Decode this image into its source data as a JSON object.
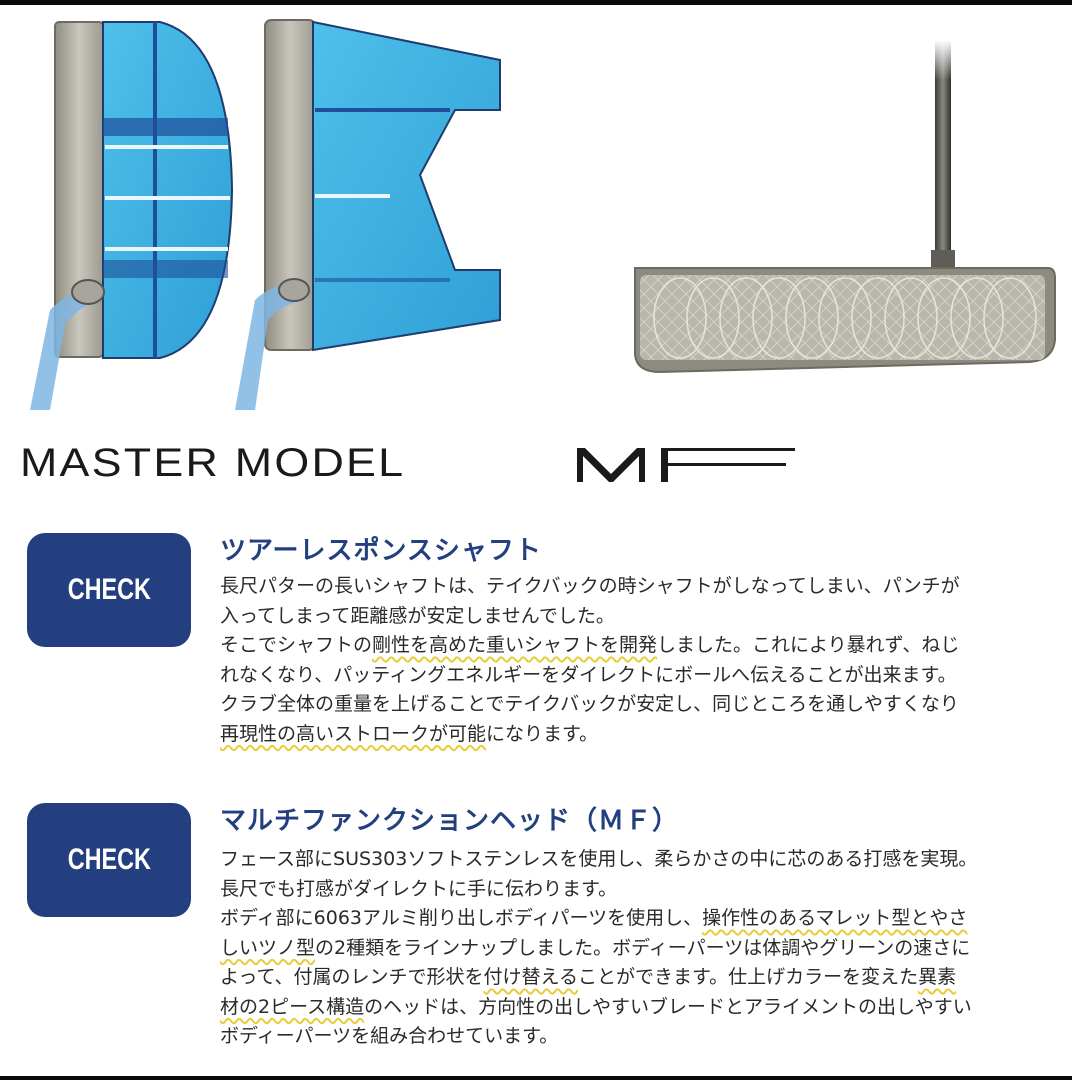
{
  "page": {
    "product_name": "MASTER MODEL",
    "product_suffix": "MF",
    "brand_colors": {
      "accent_navy": "#233f80",
      "body_text": "#2a2a2a",
      "highlight_underline": "#e8cc3a",
      "head_blue": "#3fb0e0",
      "steel_gray": "#a7a59c"
    }
  },
  "images": [
    {
      "name": "mallet-round-putter-head",
      "description": "Blue round mallet putter head with alignment lines"
    },
    {
      "name": "horn-type-putter-head",
      "description": "Blue horn-type (tsuno) putter head"
    },
    {
      "name": "putter-face-front-view",
      "description": "Milled steel putter face with shaft"
    }
  ],
  "sections": [
    {
      "badge": "CHECK",
      "title": "ツアーレスポンスシャフト",
      "lines": [
        [
          {
            "t": "長尺パターの長いシャフトは、テイクバックの時シャフトがしなってしまい、パンチが"
          }
        ],
        [
          {
            "t": "入ってしまって距離感が安定しませんでした。"
          }
        ],
        [
          {
            "t": "そこでシャフトの"
          },
          {
            "t": "剛性を高めた重いシャフトを開発",
            "u": true
          },
          {
            "t": "しました。これにより暴れず、ねじ"
          }
        ],
        [
          {
            "t": "れなくなり、パッティングエネルギーをダイレクトにボールへ伝えることが出来ます。"
          }
        ],
        [
          {
            "t": "クラブ全体の重量を上げることでテイクバックが安定し、同じところを通しやすくなり"
          }
        ],
        [
          {
            "t": "再現性の高いストロークが可能",
            "u": true
          },
          {
            "t": "になります。"
          }
        ]
      ]
    },
    {
      "badge": "CHECK",
      "title": "マルチファンクションヘッド（ＭＦ）",
      "lines": [
        [
          {
            "t": "フェース部にSUS303ソフトステンレスを使用し、柔らかさの中に芯のある打感を実現。"
          }
        ],
        [
          {
            "t": "長尺でも打感がダイレクトに手に伝わります。"
          }
        ],
        [
          {
            "t": "ボディ部に6063アルミ削り出しボディパーツを使用し、"
          },
          {
            "t": "操作性のあるマレット型とやさ",
            "u": true
          }
        ],
        [
          {
            "t": "しいツノ型",
            "u": true
          },
          {
            "t": "の2種類をラインナップしました。ボディーパーツは体調やグリーンの速さに"
          }
        ],
        [
          {
            "t": "よって、付属のレンチで形状を"
          },
          {
            "t": "付け替える",
            "u": true
          },
          {
            "t": "ことができます。仕上げカラーを変えた"
          },
          {
            "t": "異素",
            "u": true
          }
        ],
        [
          {
            "t": "材の2ピース構造",
            "u": true
          },
          {
            "t": "のヘッドは、方向性の出しやすいブレードとアライメントの出しやすい"
          }
        ],
        [
          {
            "t": "ボディーパーツを組み合わせています。"
          }
        ]
      ]
    }
  ]
}
